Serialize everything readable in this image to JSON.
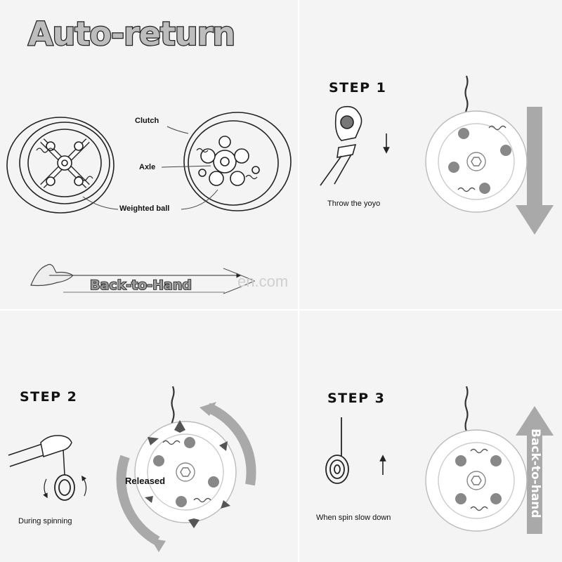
{
  "title": "Auto-return",
  "overview": {
    "labels": {
      "clutch": "Clutch",
      "axle": "Axle",
      "weighted_ball": "Weighted ball"
    },
    "back_to_hand": "Back-to-Hand",
    "watermark": "en.com"
  },
  "step1": {
    "heading": "STEP 1",
    "caption": "Throw the yoyo"
  },
  "step2": {
    "heading": "STEP 2",
    "caption": "During spinning",
    "state": "Released"
  },
  "step3": {
    "heading": "STEP 3",
    "caption": "When spin slow down",
    "arrow_label": "Back-to-hand"
  },
  "colors": {
    "arrow_gray": "#a9a9a9",
    "panel_bg": "#f4f4f4",
    "line": "#222222"
  }
}
